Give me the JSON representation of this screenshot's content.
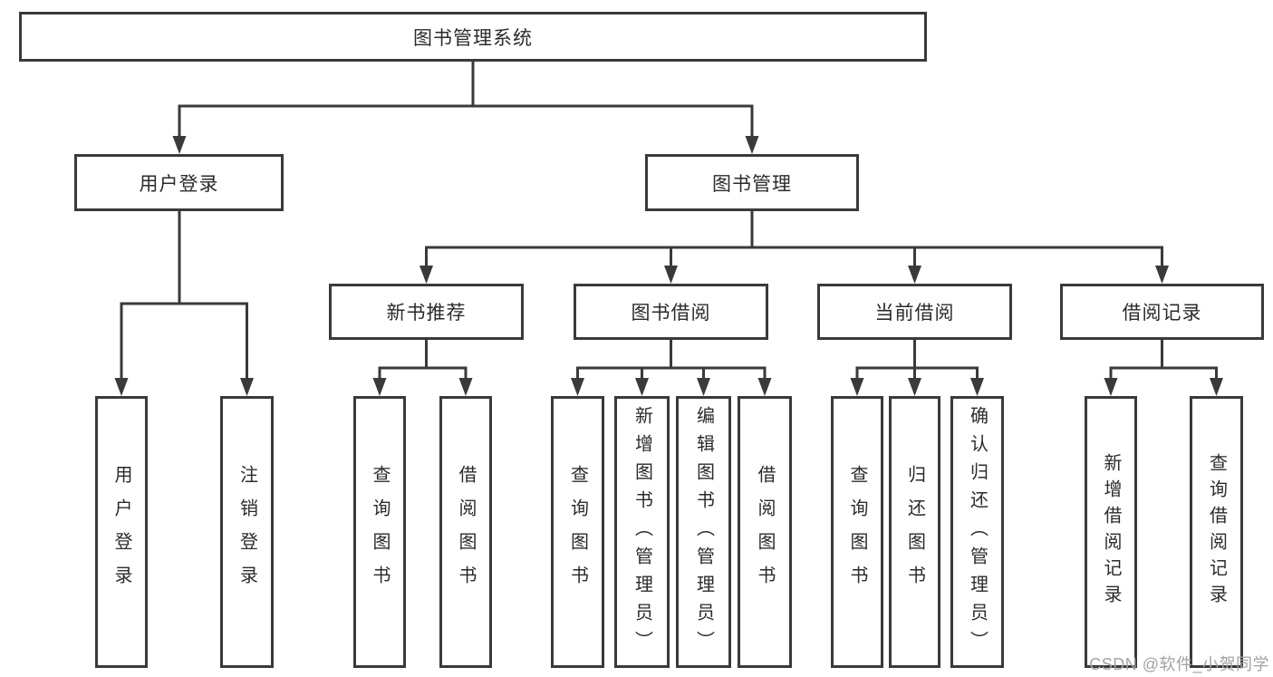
{
  "diagram_title": "图书管理系统",
  "tree": {
    "label": "图书管理系统",
    "children": [
      {
        "label": "用户登录",
        "children": [
          {
            "label": "用户登录"
          },
          {
            "label": "注销登录"
          }
        ]
      },
      {
        "label": "图书管理",
        "children": [
          {
            "label": "新书推荐",
            "children": [
              {
                "label": "查询图书"
              },
              {
                "label": "借阅图书"
              }
            ]
          },
          {
            "label": "图书借阅",
            "children": [
              {
                "label": "查询图书"
              },
              {
                "label": "新增图书（管理员）"
              },
              {
                "label": "编辑图书（管理员）"
              },
              {
                "label": "借阅图书"
              }
            ]
          },
          {
            "label": "当前借阅",
            "children": [
              {
                "label": "查询图书"
              },
              {
                "label": "归还图书"
              },
              {
                "label": "确认归还（管理员）"
              }
            ]
          },
          {
            "label": "借阅记录",
            "children": [
              {
                "label": "新增借阅记录"
              },
              {
                "label": "查询借阅记录"
              }
            ]
          }
        ]
      }
    ]
  },
  "watermark": {
    "text": "CSDN @软件_小贺同学"
  },
  "colors": {
    "line": "#3a3a3a",
    "text": "#2b2b2b",
    "box_background": "#ffffff",
    "page_background": "#ffffff",
    "watermark": "#a3a3a3"
  }
}
